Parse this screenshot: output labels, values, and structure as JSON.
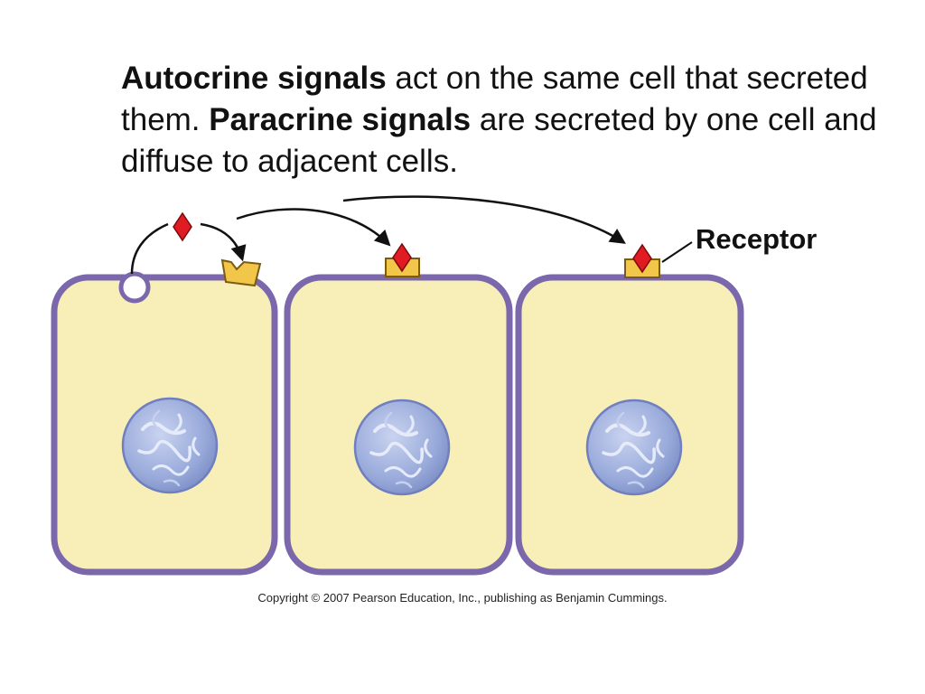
{
  "caption": {
    "sentence1_bold": "Autocrine signals",
    "sentence1_rest": " act on the same cell that secreted them. ",
    "sentence2_bold": "Paracrine signals",
    "sentence2_rest": " are secreted by one cell and diffuse to adjacent cells."
  },
  "labels": {
    "receptor": "Receptor"
  },
  "copyright": "Copyright © 2007 Pearson Education, Inc., publishing as Benjamin Cummings.",
  "colors": {
    "cytoplasm": "#f8eeb8",
    "membrane": "#7b67ab",
    "nucleus": "#9fb0de",
    "receptor": "#f2c649",
    "signal": "#e11b22",
    "arrow": "#111111"
  }
}
